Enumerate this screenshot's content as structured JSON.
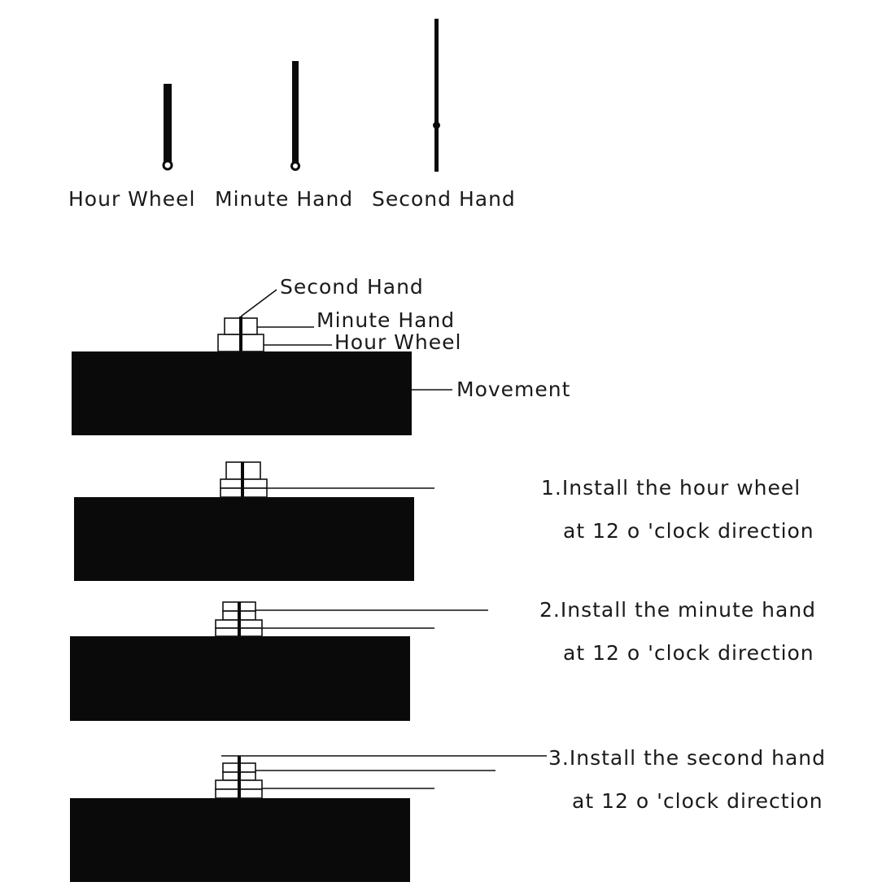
{
  "colors": {
    "ink": "#0a0a0a",
    "background": "#ffffff"
  },
  "parts": {
    "hour_wheel": "Hour Wheel",
    "minute_hand": "Minute Hand",
    "second_hand": "Second Hand"
  },
  "assembly": {
    "second_hand": "Second Hand",
    "minute_hand": "Minute Hand",
    "hour_wheel": "Hour Wheel",
    "movement": "Movement"
  },
  "steps": [
    {
      "line1": "1.Install the hour wheel",
      "line2": "at 12 o 'clock direction"
    },
    {
      "line1": "2.Install the minute hand",
      "line2": "at 12 o 'clock direction"
    },
    {
      "line1": "3.Install the second hand",
      "line2": "at 12 o 'clock direction"
    }
  ]
}
